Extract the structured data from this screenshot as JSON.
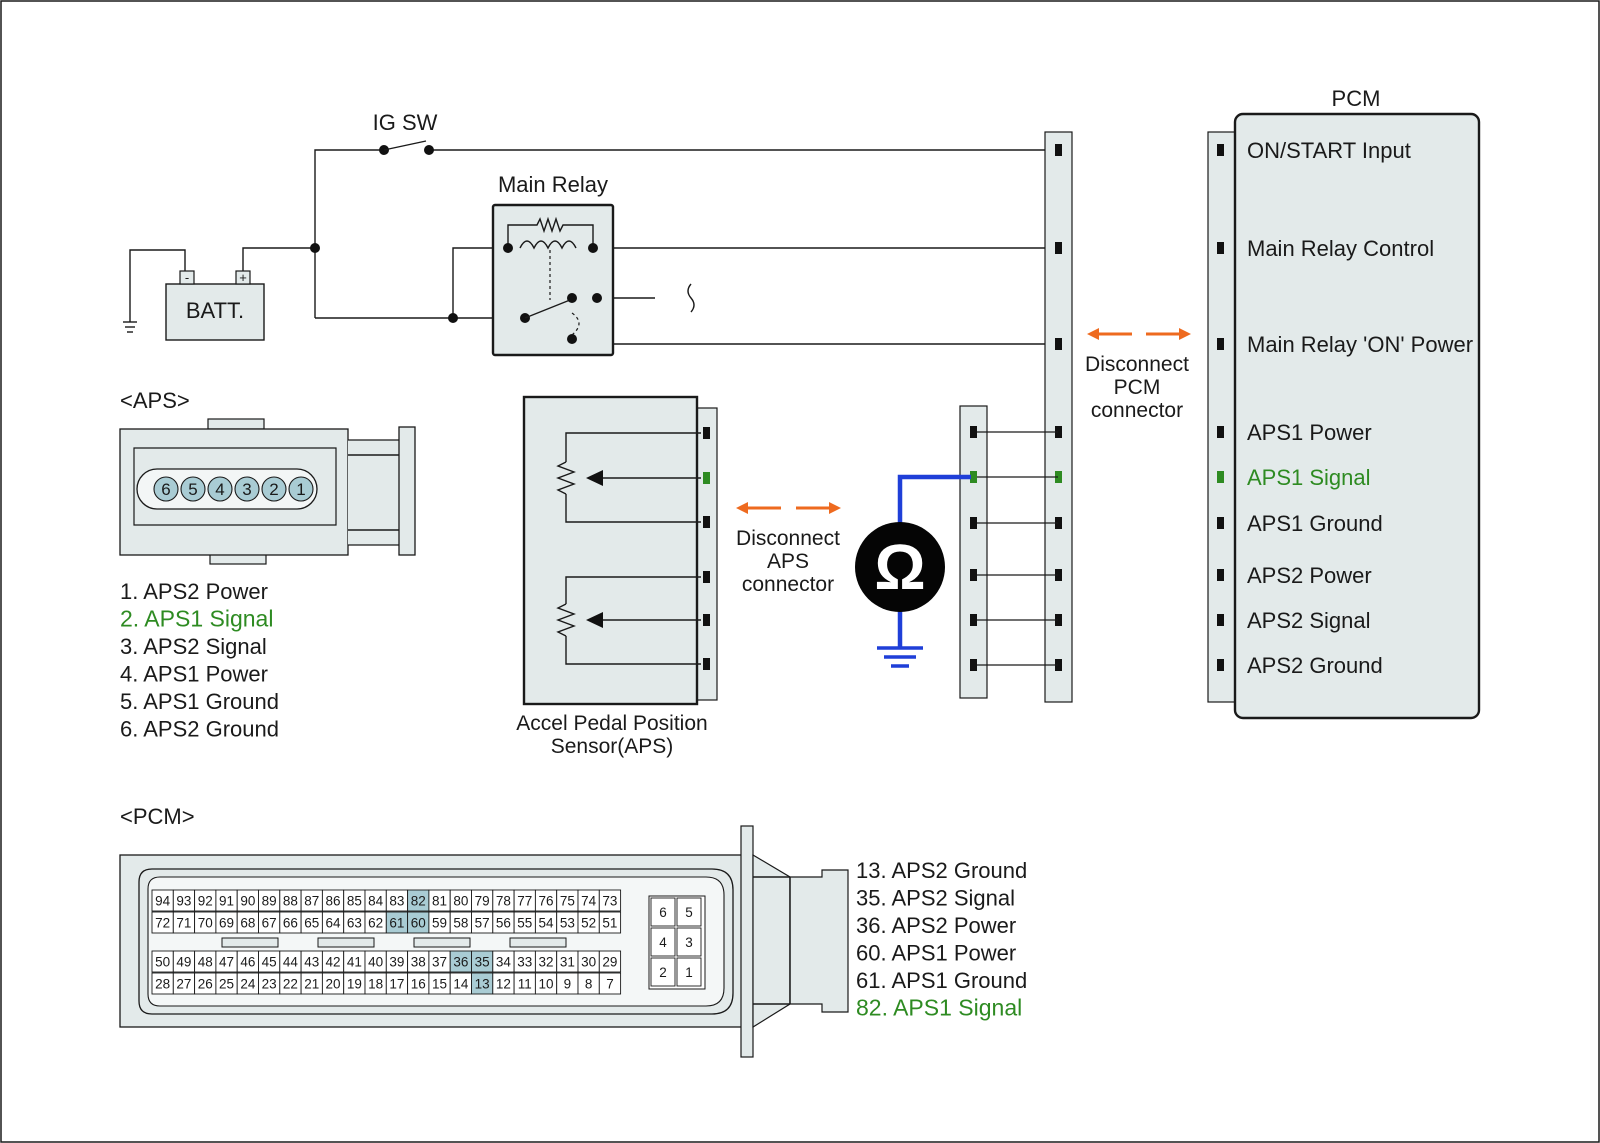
{
  "title_pcm": "PCM",
  "ig_sw": "IG SW",
  "main_relay": "Main Relay",
  "batt": "BATT.",
  "batt_minus": "-",
  "batt_plus": "+",
  "disconnect_pcm": [
    "Disconnect",
    "PCM",
    "connector"
  ],
  "disconnect_aps": [
    "Disconnect",
    "APS",
    "connector"
  ],
  "aps_sensor_label": [
    "Accel Pedal Position",
    "Sensor(APS)"
  ],
  "omega": "Ω",
  "pcm_pins": [
    {
      "label": "ON/START Input",
      "highlight": false
    },
    {
      "label": "Main Relay Control",
      "highlight": false
    },
    {
      "label": "Main Relay 'ON' Power",
      "highlight": false
    },
    {
      "label": "APS1 Power",
      "highlight": false
    },
    {
      "label": "APS1 Signal",
      "highlight": true
    },
    {
      "label": "APS1 Ground",
      "highlight": false
    },
    {
      "label": "APS2 Power",
      "highlight": false
    },
    {
      "label": "APS2 Signal",
      "highlight": false
    },
    {
      "label": "APS2 Ground",
      "highlight": false
    }
  ],
  "aps_connector": {
    "title": "<APS>",
    "pins": [
      "6",
      "5",
      "4",
      "3",
      "2",
      "1"
    ],
    "legend": [
      {
        "text": "1. APS2 Power",
        "highlight": false
      },
      {
        "text": "2. APS1 Signal",
        "highlight": true
      },
      {
        "text": "3. APS2 Signal",
        "highlight": false
      },
      {
        "text": "4. APS1 Power",
        "highlight": false
      },
      {
        "text": "5. APS1 Ground",
        "highlight": false
      },
      {
        "text": "6. APS2 Ground",
        "highlight": false
      }
    ]
  },
  "pcm_connector": {
    "title": "<PCM>",
    "rows": [
      [
        "94",
        "93",
        "92",
        "91",
        "90",
        "89",
        "88",
        "87",
        "86",
        "85",
        "84",
        "83",
        "82",
        "81",
        "80",
        "79",
        "78",
        "77",
        "76",
        "75",
        "74",
        "73"
      ],
      [
        "72",
        "71",
        "70",
        "69",
        "68",
        "67",
        "66",
        "65",
        "64",
        "63",
        "62",
        "61",
        "60",
        "59",
        "58",
        "57",
        "56",
        "55",
        "54",
        "53",
        "52",
        "51"
      ],
      [
        "50",
        "49",
        "48",
        "47",
        "46",
        "45",
        "44",
        "43",
        "42",
        "41",
        "40",
        "39",
        "38",
        "37",
        "36",
        "35",
        "34",
        "33",
        "32",
        "31",
        "30",
        "29"
      ],
      [
        "28",
        "27",
        "26",
        "25",
        "24",
        "23",
        "22",
        "21",
        "20",
        "19",
        "18",
        "17",
        "16",
        "15",
        "14",
        "13",
        "12",
        "11",
        "10",
        "9",
        "8",
        "7"
      ]
    ],
    "small_block": [
      [
        "6",
        "5"
      ],
      [
        "4",
        "3"
      ],
      [
        "2",
        "1"
      ]
    ],
    "highlighted_pins": [
      "82",
      "61",
      "60",
      "36",
      "35",
      "13"
    ],
    "legend": [
      {
        "text": "13. APS2 Ground",
        "highlight": false
      },
      {
        "text": "35. APS2 Signal",
        "highlight": false
      },
      {
        "text": "36. APS2 Power",
        "highlight": false
      },
      {
        "text": "60. APS1 Power",
        "highlight": false
      },
      {
        "text": "61. APS1 Ground",
        "highlight": false
      },
      {
        "text": "82. APS1 Signal",
        "highlight": true
      }
    ]
  },
  "colors": {
    "highlight_text": "#2e8b22",
    "highlight_pin": "#a9ccd4",
    "arrow": "#ee6a1f",
    "meter_wire": "#1f3fd8",
    "panel": "#e3eaea"
  }
}
